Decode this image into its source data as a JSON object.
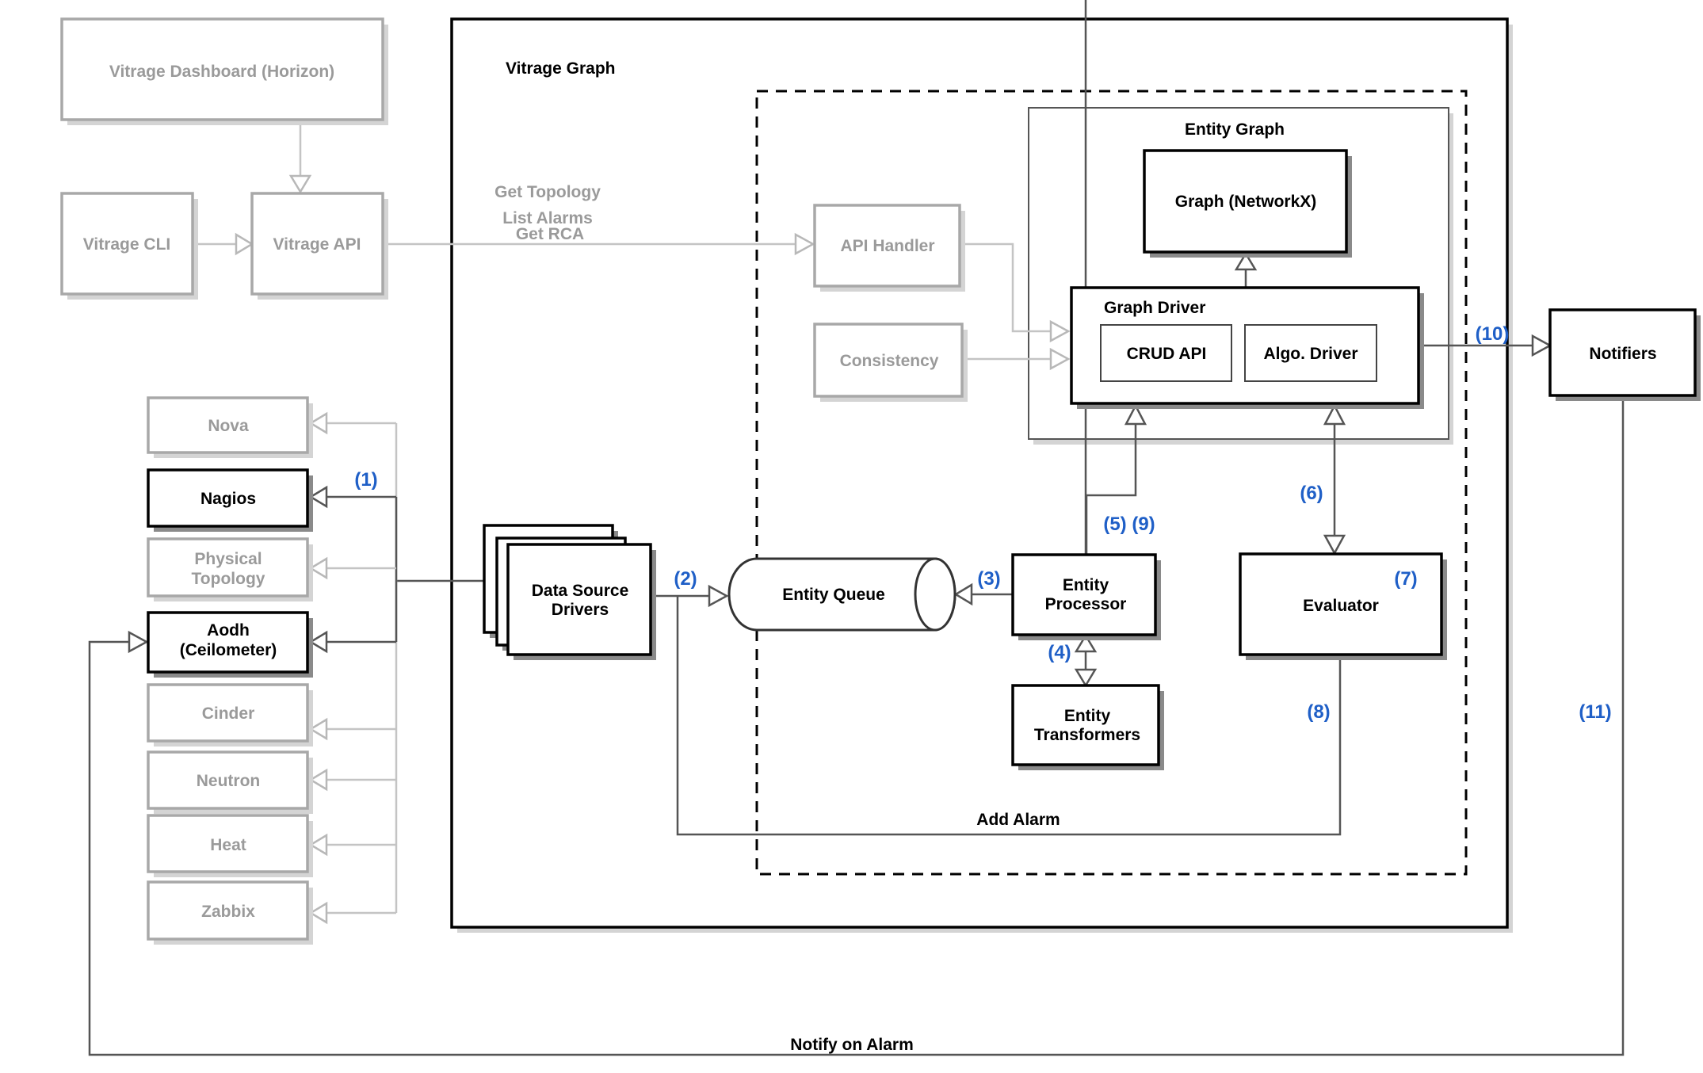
{
  "containers": {
    "vitrage_graph": "Vitrage Graph",
    "entity_graph": "Entity Graph",
    "graph_driver": "Graph Driver"
  },
  "boxes": {
    "dashboard": "Vitrage Dashboard (Horizon)",
    "cli": "Vitrage CLI",
    "api": "Vitrage API",
    "api_handler": "API Handler",
    "consistency": "Consistency",
    "graph_networkx": "Graph (NetworkX)",
    "crud_api": "CRUD API",
    "algo_driver": "Algo. Driver",
    "notifiers": "Notifiers",
    "nova": "Nova",
    "nagios": "Nagios",
    "physical_topology": [
      "Physical",
      "Topology"
    ],
    "aodh": [
      "Aodh",
      "(Ceilometer)"
    ],
    "cinder": "Cinder",
    "neutron": "Neutron",
    "heat": "Heat",
    "zabbix": "Zabbix",
    "data_source_drivers": [
      "Data Source",
      "Drivers"
    ],
    "entity_queue": "Entity Queue",
    "entity_processor": [
      "Entity",
      "Processor"
    ],
    "entity_transformers": [
      "Entity",
      "Transformers"
    ],
    "evaluator": "Evaluator"
  },
  "edge_labels": {
    "api_requests": [
      "Get Topology",
      "List Alarms",
      "Get RCA"
    ],
    "add_alarm": "Add Alarm",
    "notify_on_alarm": "Notify on Alarm"
  },
  "steps": {
    "s1": "(1)",
    "s2": "(2)",
    "s3": "(3)",
    "s4": "(4)",
    "s5_9": "(5) (9)",
    "s6": "(6)",
    "s7": "(7)",
    "s8": "(8)",
    "s10": "(10)",
    "s11": "(11)"
  },
  "colors": {
    "active": "#000000",
    "inactive": "#a8a8a8",
    "step_number": "#1f5fc7"
  }
}
